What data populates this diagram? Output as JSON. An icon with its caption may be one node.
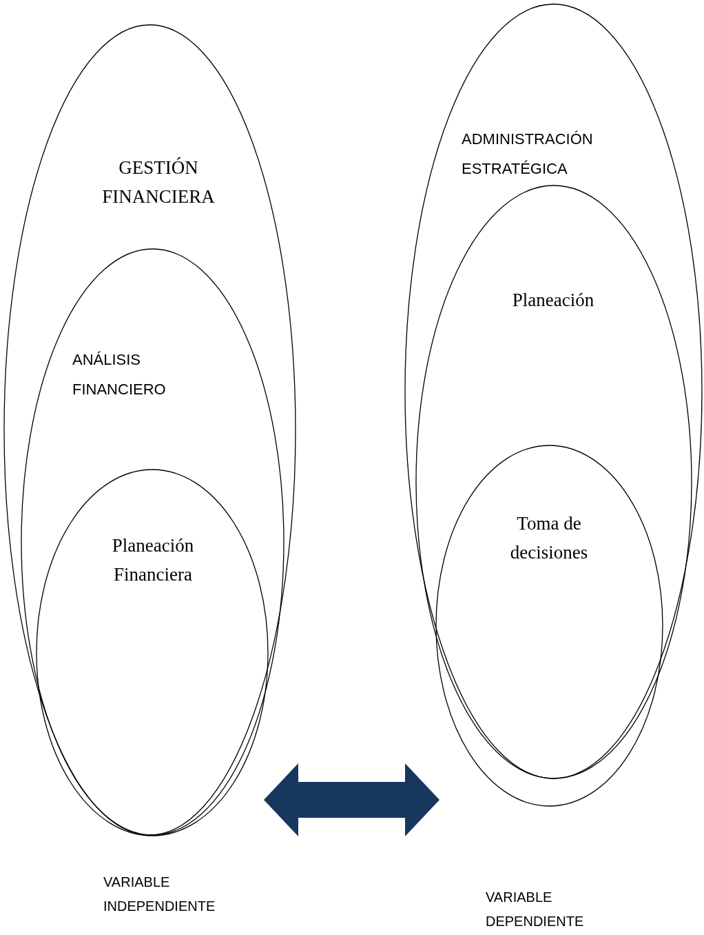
{
  "diagram": {
    "nodes": [
      {
        "text": [
          "GESTIÓN FINANCIERA"
        ]
      },
      {
        "text": [
          "ANÁLISIS FINANCIERO"
        ],
        "in": 0
      },
      {
        "text": [
          "Planeación Financiera"
        ],
        "in": 1
      },
      {
        "text": [
          "ADMINISTRACIÓN ESTRATÉGICA"
        ]
      },
      {
        "text": [
          "Planeación"
        ],
        "in": 3
      },
      {
        "text": [
          "Toma de decisiones"
        ]
      }
    ],
    "edges": [
      {
        "from": 2,
        "to": 5,
        "arrow": "both",
        "color": "#17375e"
      }
    ],
    "labels": [
      "VARIABLE INDEPENDIENTE",
      "VARIABLE DEPENDIENTE"
    ]
  }
}
